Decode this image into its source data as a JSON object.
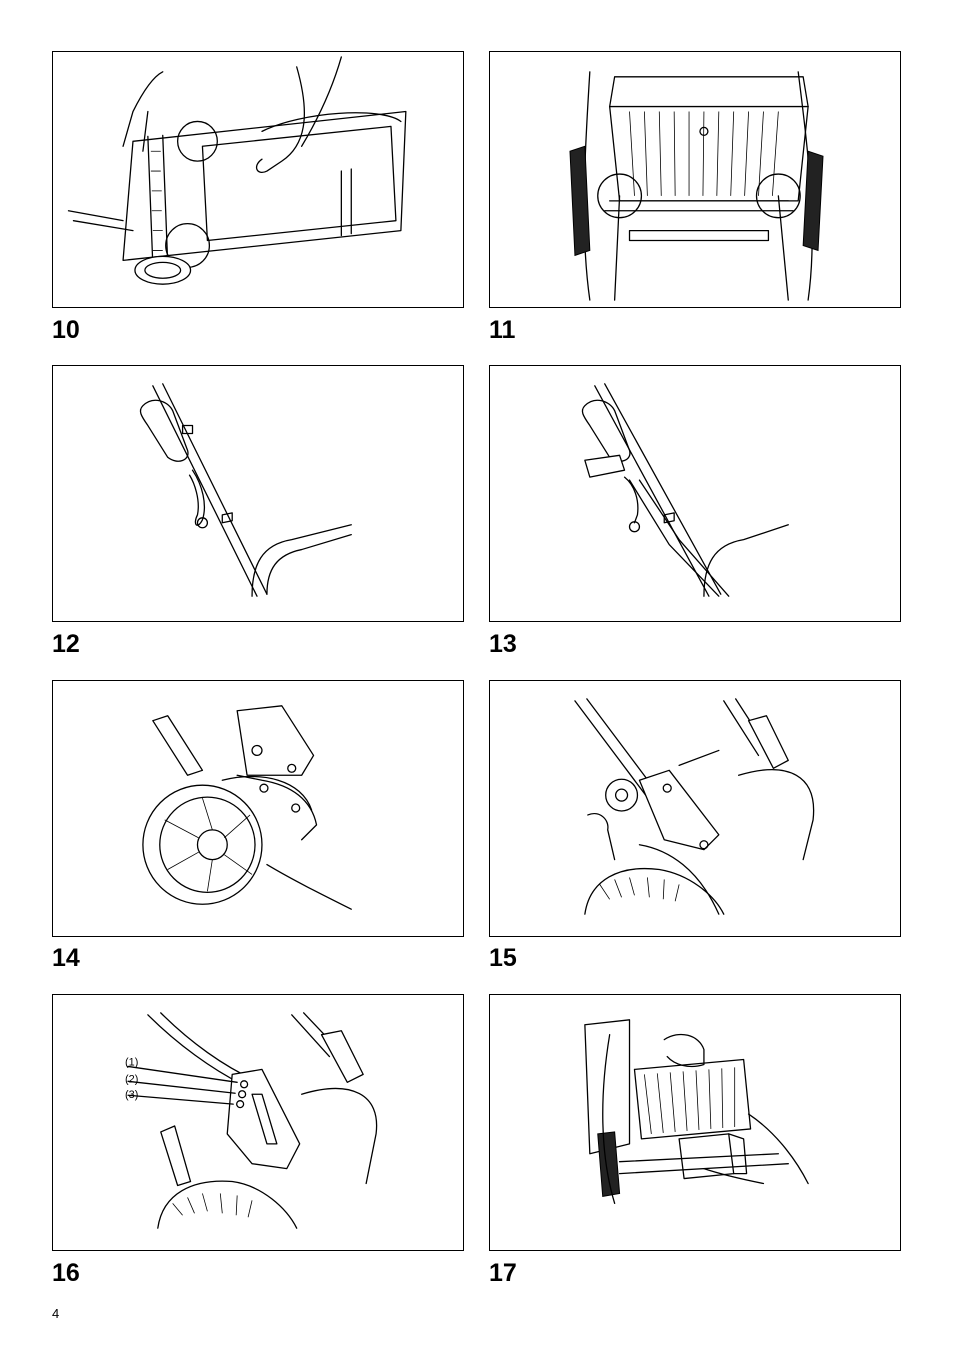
{
  "figures": [
    {
      "number": "10"
    },
    {
      "number": "11"
    },
    {
      "number": "12"
    },
    {
      "number": "13"
    },
    {
      "number": "14"
    },
    {
      "number": "15"
    },
    {
      "number": "16",
      "callouts": [
        "(1)",
        "(2)",
        "(3)"
      ]
    },
    {
      "number": "17"
    }
  ],
  "page_number": "4"
}
